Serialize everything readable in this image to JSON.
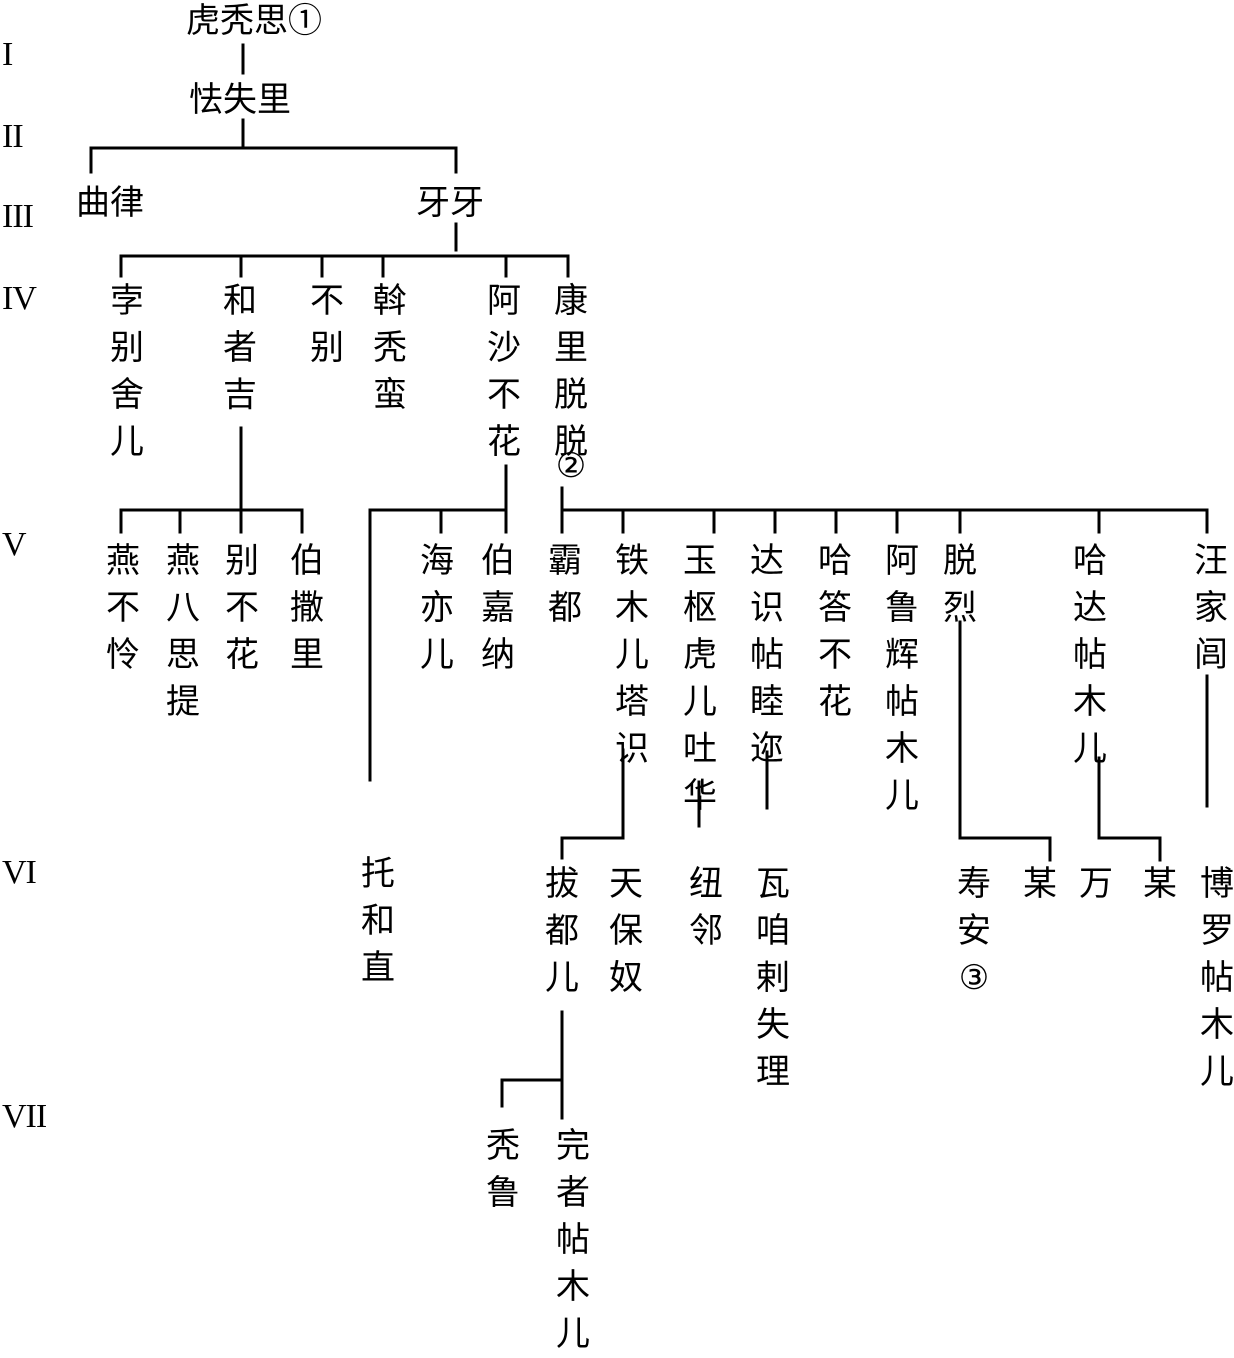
{
  "generations": [
    "I",
    "II",
    "III",
    "IV",
    "V",
    "VI",
    "VII"
  ],
  "persons": {
    "hutusi": "虎秃思①",
    "qieshili": "怯失里",
    "qulv": "曲律",
    "yaya": "牙牙",
    "bobiesheer": "孛别舍儿",
    "hezheji": "和者吉",
    "bubie": "不别",
    "wotuman": "斡秃蛮",
    "ashabuhua": "阿沙不花",
    "kanglituotuo": "康里脱脱",
    "kanglituotuo_mark": "②",
    "yanbulian": "燕不怜",
    "yanbasiti": "燕八思提",
    "biebuhua": "别不花",
    "bosali": "伯撒里",
    "haiyier": "海亦儿",
    "bojiana": "伯嘉纳",
    "badu": "霸都",
    "tiemuertashi": "铁木儿塔识",
    "yushuhuertuhua": "玉枢虎儿吐华",
    "dashitiemuji": "达识帖睦迩",
    "hadabuhua": "哈答不花",
    "aluhuitiemuer": "阿鲁辉帖木儿",
    "tuolie": "脱烈",
    "hadatiemuer": "哈达帖木儿",
    "wangjialv": "汪家闾",
    "tuohezhi": "托和直",
    "baduer": "拔都儿",
    "tianbaonu": "天保奴",
    "niulin": "纽邻",
    "wazalashili": "瓦咱剌失理",
    "shouan": "寿安",
    "shouan_mark": "③",
    "mou1": "某",
    "wan": "万",
    "mou2": "某",
    "boluotiemuer": "博罗帖木儿",
    "tulu": "秃鲁",
    "wanzhetiemuer": "完者帖木儿"
  }
}
